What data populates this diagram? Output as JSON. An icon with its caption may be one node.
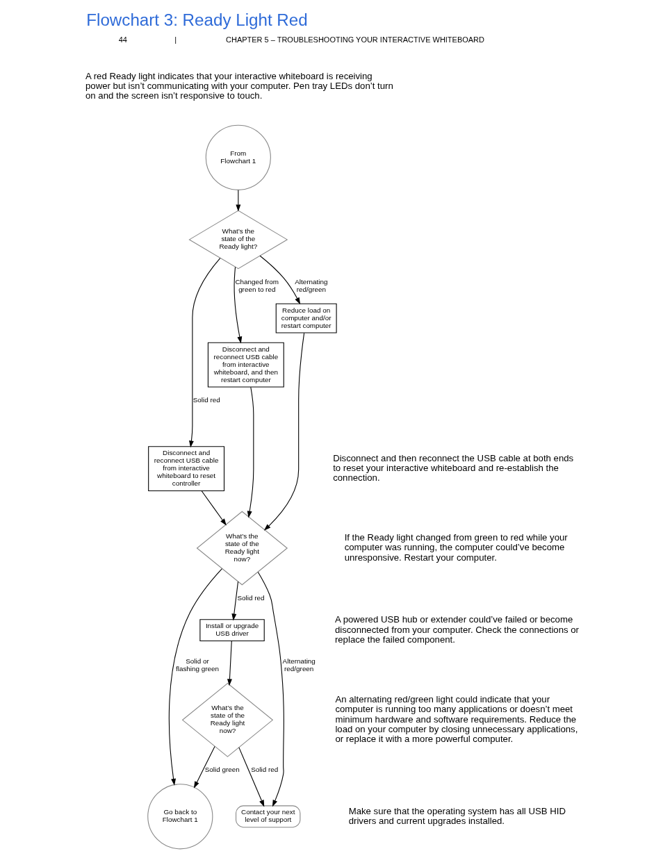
{
  "diagram": {
    "title": "Flowchart 3: Ready Light Red",
    "nodes": [
      {
        "text": [
          "From Flowchart 1"
        ]
      },
      {
        "text": [
          "What’s the state of the Ready light?"
        ]
      },
      {
        "text": [
          "Disconnect and reconnect USB cable from interactive whiteboard to reset controller"
        ]
      },
      {
        "text": [
          "Disconnect and reconnect USB cable from interactive whiteboard, and then restart computer"
        ]
      },
      {
        "text": [
          "Reduce load on computer and/or restart computer"
        ]
      },
      {
        "text": [
          "What’s the state of the Ready light now?"
        ]
      },
      {
        "text": [
          "Install or upgrade USB driver"
        ]
      },
      {
        "text": [
          "What’s the state of the Ready light now?"
        ]
      },
      {
        "text": [
          "Go back to Flowchart 1"
        ]
      },
      {
        "text": [
          "Contact your next level of support"
        ]
      }
    ],
    "edges": [
      {
        "from": 0,
        "to": 1,
        "arrow": "to"
      },
      {
        "from": 1,
        "to": 2,
        "arrow": "to",
        "label": "Solid red"
      },
      {
        "from": 1,
        "to": 3,
        "arrow": "to",
        "label": "Changed from green to red"
      },
      {
        "from": 1,
        "to": 4,
        "arrow": "to",
        "label": "Alternating red/green"
      },
      {
        "from": 2,
        "to": 5,
        "arrow": "to"
      },
      {
        "from": 3,
        "to": 5,
        "arrow": "to"
      },
      {
        "from": 4,
        "to": 5,
        "arrow": "to"
      },
      {
        "from": 5,
        "to": 8,
        "arrow": "to",
        "label": "Solid or flashing green"
      },
      {
        "from": 5,
        "to": 6,
        "arrow": "to",
        "label": "Solid red"
      },
      {
        "from": 5,
        "to": 9,
        "arrow": "to",
        "label": "Alternating red/green"
      },
      {
        "from": 6,
        "to": 7,
        "arrow": "to"
      },
      {
        "from": 7,
        "to": 8,
        "arrow": "to",
        "label": "Solid green"
      },
      {
        "from": 7,
        "to": 9,
        "arrow": "to",
        "label": "Solid red"
      }
    ],
    "labels": [
      "44",
      "|",
      "CHAPTER 5 – TROUBLESHOOTING YOUR INTERACTIVE WHITEBOARD",
      "A red Ready light indicates that your interactive whiteboard is receiving power but isn’t communicating with your computer. Pen tray LEDs don’t turn on and the screen isn’t responsive to touch.",
      "Disconnect and then reconnect the USB cable at both ends to reset your interactive whiteboard and re-establish the connection.",
      "If the Ready light changed from green to red while your computer was running, the computer could’ve become unresponsive. Restart your computer.",
      "A powered USB hub or extender could’ve failed or become disconnected from your computer. Check the connections or replace the failed component.",
      "An alternating red/green light could indicate that your computer is running too many applications or doesn’t meet minimum hardware and software requirements. Reduce the load on your computer by closing unnecessary applications, or replace it with a more powerful computer.",
      "Make sure that the operating system has all USB HID drivers and current upgrades installed."
    ]
  }
}
